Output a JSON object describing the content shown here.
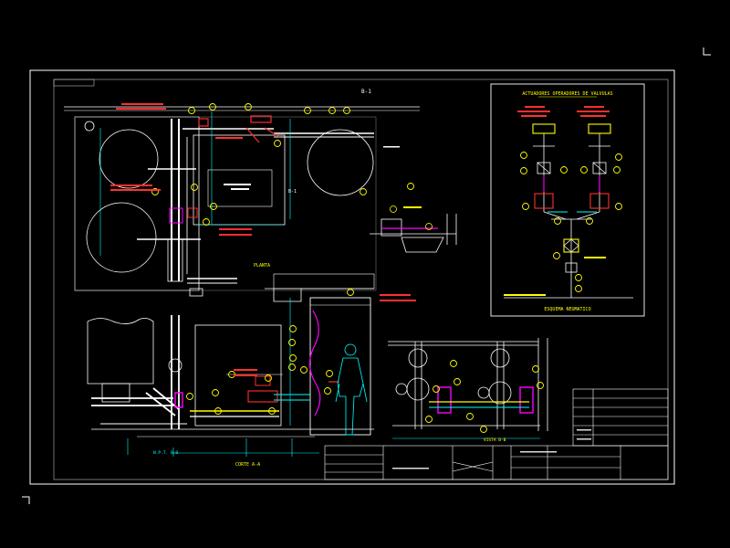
{
  "colors": {
    "background": "#000000",
    "frame": "#ffffff",
    "cyan": "#00ffff",
    "yellow": "#ffff00",
    "red": "#ff3030",
    "magenta": "#ff00ff",
    "green": "#00ff00",
    "gray": "#9a9a9a"
  },
  "labels": {
    "scheme_title": "ACTUADORES OPERADORES DE VALVULAS",
    "scheme_caption": "ESQUEMA NEUMATICO",
    "section_view": "CORTE A-A",
    "plan_view": "PLANTA",
    "detail_view": "VISTA B-B",
    "section_marker_top": "B-1",
    "section_marker_right": "B-1",
    "level_mark": "N.P.T. 0.0"
  }
}
